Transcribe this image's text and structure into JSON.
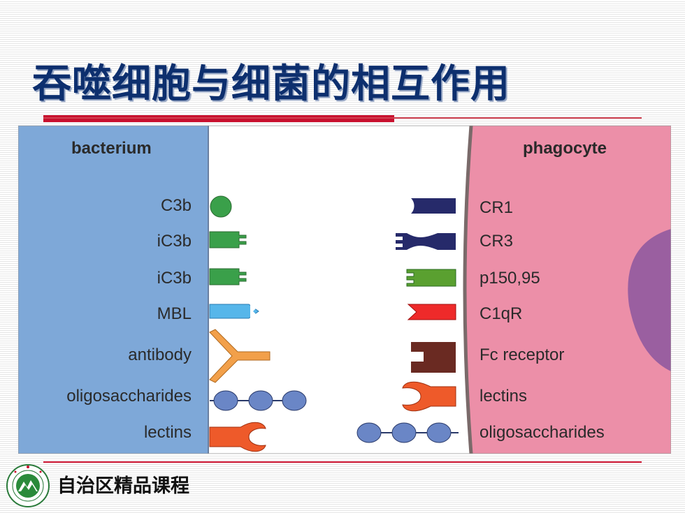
{
  "slide": {
    "title": "吞噬细胞与细菌的相互作用",
    "footer": "自治区精品课程",
    "accent_color": "#c8102e",
    "title_color": "#0d2f6e"
  },
  "diagram": {
    "left_header": "bacterium",
    "right_header": "phagocyte",
    "left_labels": [
      "C3b",
      "iC3b",
      "iC3b",
      "MBL",
      "antibody",
      "oligosaccharides",
      "lectins"
    ],
    "right_labels": [
      "CR1",
      "CR3",
      "p150,95",
      "C1qR",
      "Fc receptor",
      "lectins",
      "oligosaccharides"
    ],
    "colors": {
      "bacterium_bg": "#7ea8d8",
      "phagocyte_bg": "#ec8fa8",
      "nucleus": "#9a5fa0",
      "c3b": "#3aa04a",
      "mbl": "#56b6ea",
      "antibody": "#f2a04a",
      "oligo": "#6a86c6",
      "lectin": "#ee5a2a",
      "cr1": "#262a6a",
      "c1qr": "#ee2a2a",
      "fc": "#6a2a22"
    }
  }
}
